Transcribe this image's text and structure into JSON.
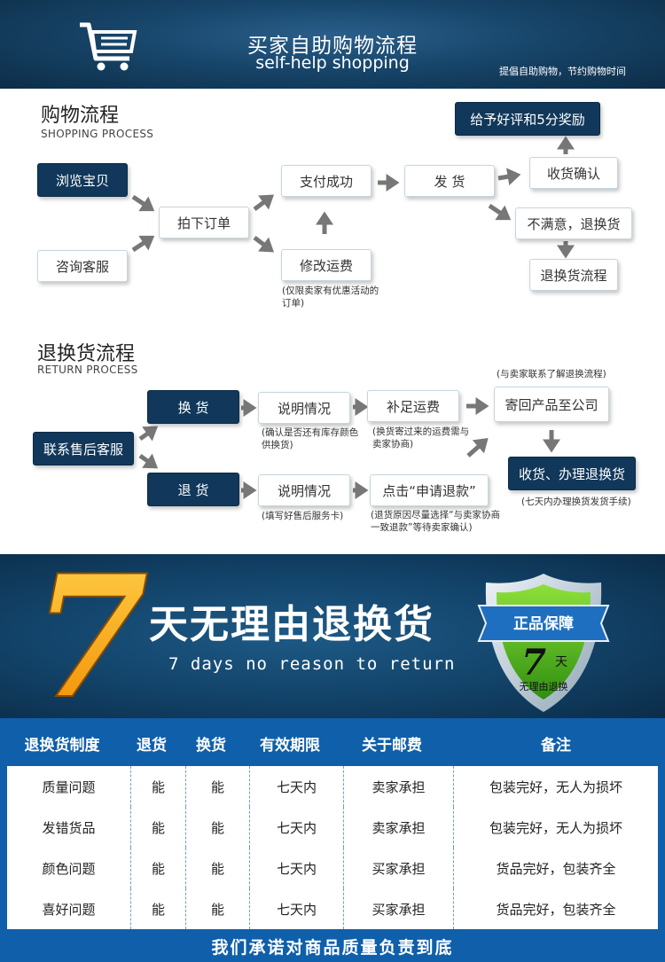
{
  "header": {
    "title": "买家自助购物流程",
    "subtitle": "self-help shopping",
    "slogan": "提倡自助购物，节约购物时间",
    "icon": "shopping-cart-icon"
  },
  "shopping": {
    "title": "购物流程",
    "subtitle": "SHOPPING PROCESS",
    "reward": "给予好评和5分奖励",
    "browse": "浏览宝贝",
    "consult": "咨询客服",
    "order": "拍下订单",
    "paid": "支付成功",
    "modify_fee": "修改运费",
    "modify_note": "(仅限卖家有优惠活动的订单)",
    "ship": "发  货",
    "confirm": "收货确认",
    "unsatisfied": "不满意，退换货",
    "return_flow": "退换货流程"
  },
  "returns": {
    "title": "退换货流程",
    "subtitle": "RETURN PROCESS",
    "contact": "联系售后客服",
    "exchange": "换  货",
    "refund": "退  货",
    "explain1": "说明情况",
    "explain1_note": "(确认是否还有库存颜色供换货)",
    "explain2": "说明情况",
    "explain2_note": "(填写好售后服务卡)",
    "add_fee": "补足运费",
    "add_fee_note": "(换货寄过来的运费需与卖家协商)",
    "apply": "点击“申请退款”",
    "apply_note": "(退货原因尽量选择“与卖家协商一致退款”等待卖家确认)",
    "send_back_note": "(与卖家联系了解退换流程)",
    "send_back": "寄回产品至公司",
    "process": "收货、办理退换货",
    "process_note": "(七天内办理换货发货手续)"
  },
  "banner": {
    "big_number": "7",
    "title": "天无理由退换货",
    "subtitle": "7 days no reason to return",
    "shield_label": "正品保障",
    "shield_number": "7",
    "shield_day": "天",
    "shield_text": "无理由退换"
  },
  "table": {
    "headers": [
      "退换货制度",
      "退货",
      "换货",
      "有效期限",
      "关于邮费",
      "备注"
    ],
    "rows": [
      [
        "质量问题",
        "能",
        "能",
        "七天内",
        "卖家承担",
        "包装完好，无人为损坏"
      ],
      [
        "发错货品",
        "能",
        "能",
        "七天内",
        "卖家承担",
        "包装完好，无人为损坏"
      ],
      [
        "颜色问题",
        "能",
        "能",
        "七天内",
        "买家承担",
        "货品完好，包装齐全"
      ],
      [
        "喜好问题",
        "能",
        "能",
        "七天内",
        "买家承担",
        "货品完好，包装齐全"
      ]
    ],
    "footer": "我们承诺对商品质量负责到底"
  },
  "colors": {
    "dark_blue": "#11385a",
    "table_blue": "#0f5faa",
    "orange": "#f5a000",
    "arrow_gray": "#777777"
  }
}
